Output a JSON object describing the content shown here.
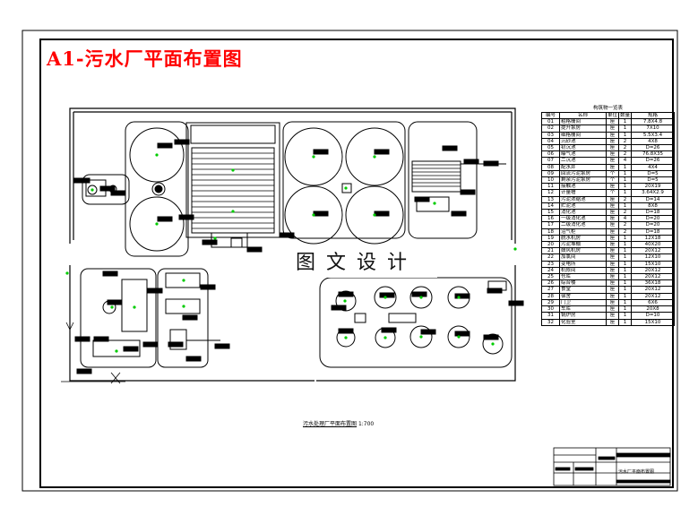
{
  "title": "A1-污水厂平面布置图",
  "watermark": "图文设计",
  "layout_caption": "污水处理厂平面布置图",
  "layout_scale": "1:700",
  "title_block_name": "污水厂平面布置图",
  "equipment_table": {
    "caption": "构筑物一览表",
    "headers": [
      "编号",
      "名称",
      "单位",
      "数量",
      "规格"
    ],
    "rows": [
      [
        "01",
        "粗格栅间",
        "座",
        "1",
        "7.8X4.8"
      ],
      [
        "02",
        "提升泵房",
        "座",
        "1",
        "7X10"
      ],
      [
        "03",
        "细格栅间",
        "座",
        "1",
        "5.5X3.4"
      ],
      [
        "04",
        "沉砂池",
        "座",
        "2",
        "4X8"
      ],
      [
        "05",
        "初沉池",
        "座",
        "2",
        "D=26"
      ],
      [
        "06",
        "曝气池",
        "座",
        "2",
        "76.8X35"
      ],
      [
        "07",
        "二沉池",
        "座",
        "4",
        "D=26"
      ],
      [
        "08",
        "配水井",
        "座",
        "1",
        "4X4"
      ],
      [
        "09",
        "回流污泥泵房",
        "个",
        "1",
        "D=5"
      ],
      [
        "10",
        "剩余污泥泵房",
        "个",
        "1",
        "D=5"
      ],
      [
        "11",
        "接触池",
        "座",
        "1",
        "20X19"
      ],
      [
        "12",
        "计量槽",
        "个",
        "1",
        "3.64X2.9"
      ],
      [
        "13",
        "污泥浓缩池",
        "座",
        "2",
        "D=14"
      ],
      [
        "14",
        "贮泥池",
        "座",
        "1",
        "8X8"
      ],
      [
        "15",
        "消化池",
        "座",
        "2",
        "D=18"
      ],
      [
        "16",
        "一级消化池",
        "座",
        "4",
        "D=20"
      ],
      [
        "17",
        "二级消化池",
        "座",
        "2",
        "D=20"
      ],
      [
        "18",
        "沼气柜",
        "座",
        "2",
        "D=18"
      ],
      [
        "19",
        "脱水机房",
        "座",
        "1",
        "12X18"
      ],
      [
        "20",
        "污泥堆棚",
        "座",
        "1",
        "40X20"
      ],
      [
        "21",
        "鼓风机房",
        "座",
        "1",
        "20X12"
      ],
      [
        "22",
        "加氯间",
        "座",
        "1",
        "12X10"
      ],
      [
        "23",
        "变电所",
        "座",
        "1",
        "15X10"
      ],
      [
        "24",
        "机修间",
        "座",
        "1",
        "20X12"
      ],
      [
        "25",
        "仓库",
        "座",
        "1",
        "20X12"
      ],
      [
        "26",
        "综合楼",
        "座",
        "1",
        "36X18"
      ],
      [
        "27",
        "食堂",
        "座",
        "1",
        "20X12"
      ],
      [
        "28",
        "宿舍",
        "座",
        "1",
        "20X12"
      ],
      [
        "29",
        "门卫",
        "座",
        "1",
        "6X6"
      ],
      [
        "30",
        "车库",
        "座",
        "1",
        "20X8"
      ],
      [
        "31",
        "锅炉房",
        "座",
        "1",
        "D=10"
      ],
      [
        "32",
        "化验室",
        "座",
        "1",
        "15X10"
      ]
    ]
  }
}
